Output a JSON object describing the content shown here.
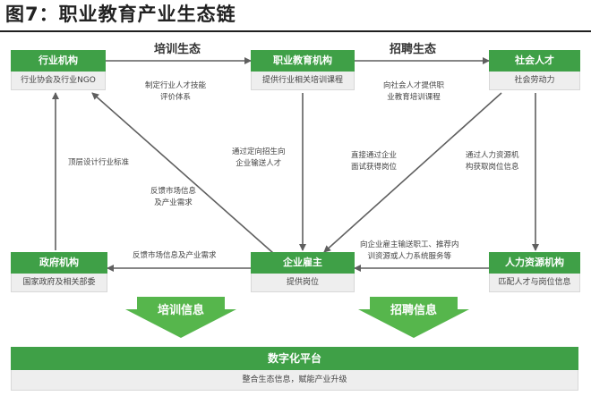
{
  "title": "图7：职业教育产业生态链",
  "sections": {
    "training": "培训生态",
    "recruit": "招聘生态"
  },
  "nodes": {
    "industry": {
      "name": "行业机构",
      "desc": "行业协会及行业NGO"
    },
    "vocational": {
      "name": "职业教育机构",
      "desc": "提供行业相关培训课程"
    },
    "talent": {
      "name": "社会人才",
      "desc": "社会劳动力"
    },
    "government": {
      "name": "政府机构",
      "desc": "国家政府及相关部委"
    },
    "employer": {
      "name": "企业雇主",
      "desc": "提供岗位"
    },
    "hr": {
      "name": "人力资源机构",
      "desc": "匹配人才与岗位信息"
    }
  },
  "labels": {
    "industry_to_voc_1": "制定行业人才技能",
    "industry_to_voc_2": "评价体系",
    "voc_to_talent_1": "向社会人才提供职",
    "voc_to_talent_2": "业教育培训课程",
    "gov_to_industry": "顶层设计行业标准",
    "emp_to_industry_1": "反馈市场信息",
    "emp_to_industry_2": "及产业需求",
    "voc_to_emp_1": "通过定向招生向",
    "voc_to_emp_2": "企业输送人才",
    "talent_to_emp_1": "直接通过企业",
    "talent_to_emp_2": "面试获得岗位",
    "talent_to_hr_1": "通过人力资源机",
    "talent_to_hr_2": "构获取岗位信息",
    "emp_to_gov": "反馈市场信息及产业需求",
    "hr_to_emp_1": "向企业雇主输送职工、推荐内",
    "hr_to_emp_2": "训资源或人力系统服务等"
  },
  "flows": {
    "training_info": "培训信息",
    "recruit_info": "招聘信息"
  },
  "platform": {
    "name": "数字化平台",
    "desc": "整合生态信息，赋能产业升级"
  },
  "colors": {
    "green": "#3fa047",
    "arrow_green": "#56b64c",
    "line": "#5f5f5f",
    "box_body": "#eeeeee"
  }
}
